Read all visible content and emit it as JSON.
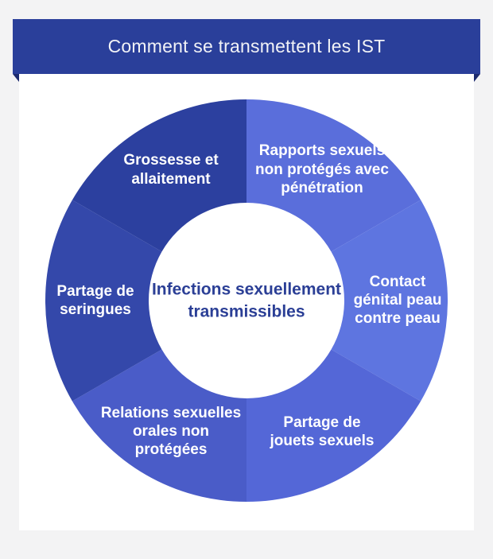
{
  "page": {
    "background": "#f3f3f4"
  },
  "header": {
    "title": "Comment se transmettent les IST",
    "background": "#2a3f9a",
    "fold_color": "#1c2a6e",
    "text_color": "#f1f2f6"
  },
  "chart_data": {
    "type": "pie",
    "variant": "donut",
    "title": "Comment se transmettent les IST",
    "legend_position": "none",
    "grid": false,
    "center_label": {
      "lines": [
        "Infections sexuellement",
        "transmissibles"
      ],
      "text": "Infections sexuellement transmissibles",
      "color": "#2b3f96"
    },
    "label_text_color": "#ffffff",
    "geometry": {
      "outer_radius": 253,
      "inner_radius": 123,
      "label_radius": 190,
      "start_angle_deg": 0,
      "direction": "clockwise"
    },
    "segments": [
      {
        "label": "Rapports sexuels non protégés avec pénétration",
        "lines": [
          "Rapports sexuels",
          "non protégés avec",
          "pénétration"
        ],
        "value": 1,
        "color": "#5a6edb"
      },
      {
        "label": "Contact génital peau contre peau",
        "lines": [
          "Contact",
          "génital peau",
          "contre peau"
        ],
        "value": 1,
        "color": "#5e75e0"
      },
      {
        "label": "Partage de jouets sexuels",
        "lines": [
          "Partage de",
          "jouets sexuels"
        ],
        "value": 1,
        "color": "#5467d7"
      },
      {
        "label": "Relations sexuelles orales non protégées",
        "lines": [
          "Relations sexuelles",
          "orales non",
          "protégées"
        ],
        "value": 1,
        "color": "#4a5cc8"
      },
      {
        "label": "Partage de seringues",
        "lines": [
          "Partage de",
          "seringues"
        ],
        "value": 1,
        "color": "#3448aa"
      },
      {
        "label": "Grossesse et allaitement",
        "lines": [
          "Grossesse et",
          "allaitement"
        ],
        "value": 1,
        "color": "#2c409f"
      }
    ]
  }
}
